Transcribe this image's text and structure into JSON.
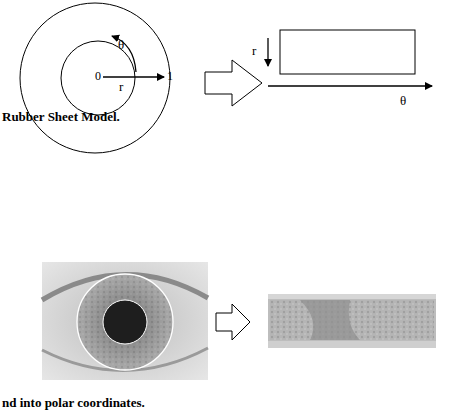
{
  "diagram": {
    "labels": [
      "θ",
      "0",
      "r",
      "1",
      "r",
      "θ",
      "Rubber Sheet Model.",
      "nd into polar coordinates."
    ]
  }
}
